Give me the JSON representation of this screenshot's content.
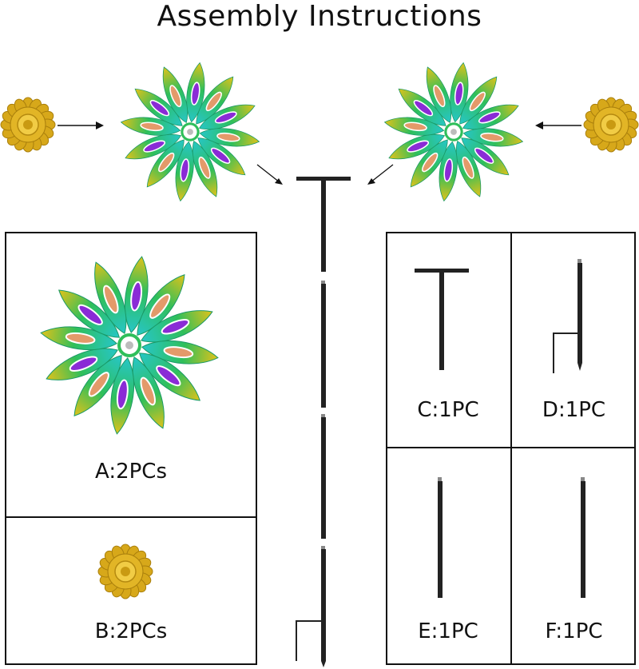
{
  "title": "Assembly Instructions",
  "parts": {
    "a": "A:2PCs",
    "b": "B:2PCs",
    "c": "C:1PC",
    "d": "D:1PC",
    "e": "E:1PC",
    "f": "F:1PC"
  },
  "colors": {
    "petal_green": "#2fbf5a",
    "petal_teal": "#27c6c7",
    "petal_yellow": "#e2c21a",
    "petal_purple": "#8a2bd6",
    "cap_gold": "#d7a81a",
    "pole": "#1f1f1f"
  }
}
